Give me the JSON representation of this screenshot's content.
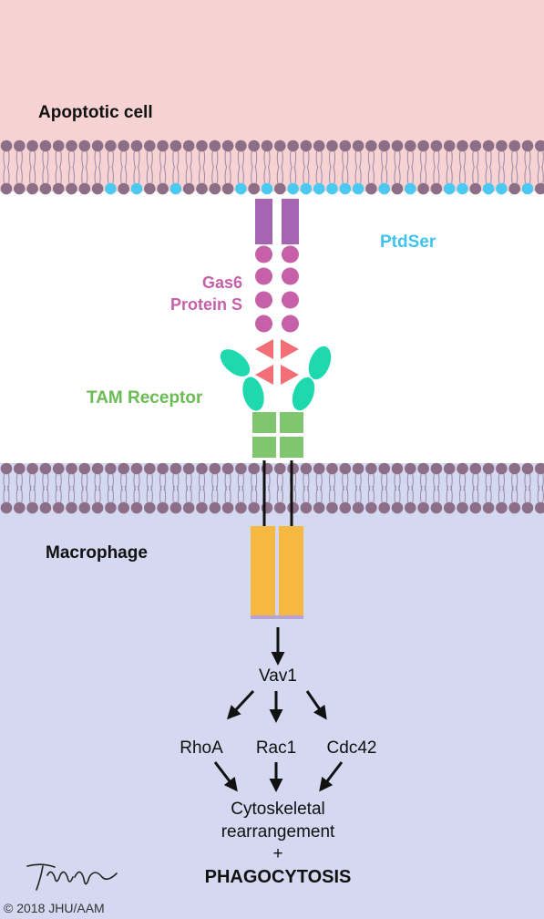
{
  "labels": {
    "apoptotic_cell": "Apoptotic cell",
    "ptdser": "PtdSer",
    "gas6_line1": "Gas6",
    "gas6_line2": "Protein S",
    "tam_receptor": "TAM Receptor",
    "macrophage": "Macrophage",
    "vav1": "Vav1",
    "rhoa": "RhoA",
    "rac1": "Rac1",
    "cdc42": "Cdc42",
    "outcome_line1": "Cytoskeletal",
    "outcome_line2": "rearrangement",
    "plus": "+",
    "phagocytosis": "PHAGOCYTOSIS",
    "copyright": "© 2018 JHU/AAM"
  },
  "colors": {
    "apoptotic_bg": "#f6d2d2",
    "macrophage_bg": "#d4d8f0",
    "membrane_head": "#8c6f87",
    "ptdser_head": "#4cc9f0",
    "ptdser_text": "#3fc3ee",
    "gas6": "#c660a8",
    "gas6_rect": "#a565b0",
    "tam_label": "#6abb53",
    "tam_domain": "#7fc66e",
    "ig_domain": "#1fd9ae",
    "triangle": "#f36f78",
    "kinase": "#f5b942",
    "arrow": "#111111"
  }
}
